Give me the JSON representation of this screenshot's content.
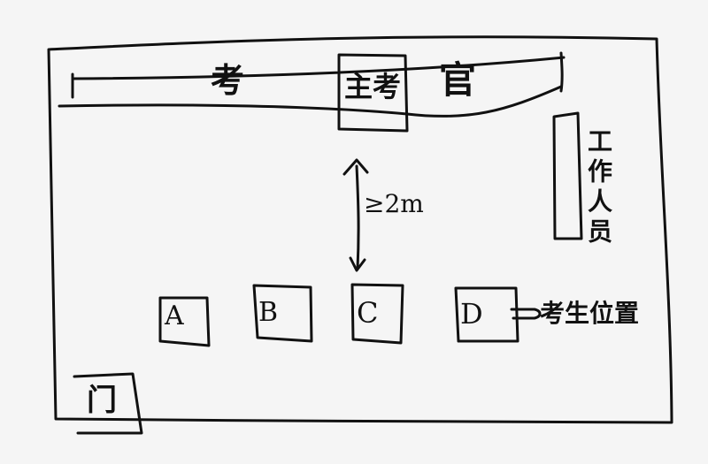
{
  "room": {
    "stage_word_left": "考",
    "stage_word_center": "主考",
    "stage_word_right": "官",
    "distance_label": "≥2m",
    "staff_label": "工作人员",
    "door_label": "门",
    "exam_position_label": "考生位置",
    "positions": [
      "A",
      "B",
      "C",
      "D"
    ]
  },
  "colors": {
    "ink": "#111111",
    "paper": "#f5f5f5"
  }
}
